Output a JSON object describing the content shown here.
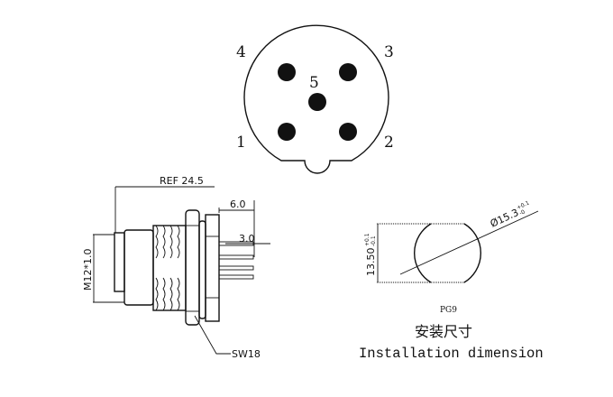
{
  "front_view": {
    "pin_labels": [
      "1",
      "2",
      "3",
      "4",
      "5"
    ]
  },
  "side_view": {
    "ref_length": "REF 24.5",
    "pin_length_outer": "6.0",
    "pin_length_inner": "3.0",
    "thread": "M12*1.0",
    "wrench_size": "SW18"
  },
  "panel_cutout": {
    "diameter": "Ø15.3",
    "diameter_tol_upper": "+0.1",
    "diameter_tol_lower": "-0",
    "flat_width": "13.50",
    "flat_tol_upper": "+0.1",
    "flat_tol_lower": "-0.1",
    "size_label": "PG9",
    "title_cn": "安装尺寸",
    "title_en": "Installation dimension"
  }
}
